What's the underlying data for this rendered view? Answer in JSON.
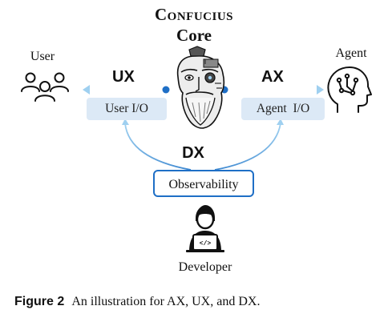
{
  "title": {
    "line1": "Confucius",
    "line2": "Core"
  },
  "user_label": "User",
  "agent_label": "Agent",
  "developer_label": "Developer",
  "ux_label": "UX",
  "ax_label": "AX",
  "dx_label": "DX",
  "user_io_label": "User I/O",
  "agent_io_label": "Agent  I/O",
  "observability_label": "Observability",
  "caption": {
    "figure_number": "Figure 2",
    "text": "An illustration for AX, UX, and DX."
  },
  "colors": {
    "accent_blue": "#1f6fc6",
    "light_blue": "#8cc3ea",
    "io_box_fill": "#dce9f6"
  },
  "icons": {
    "users": "people-group-icon",
    "agent": "ai-brain-head-icon",
    "core": "confucius-portrait-icon",
    "developer": "developer-laptop-icon"
  }
}
